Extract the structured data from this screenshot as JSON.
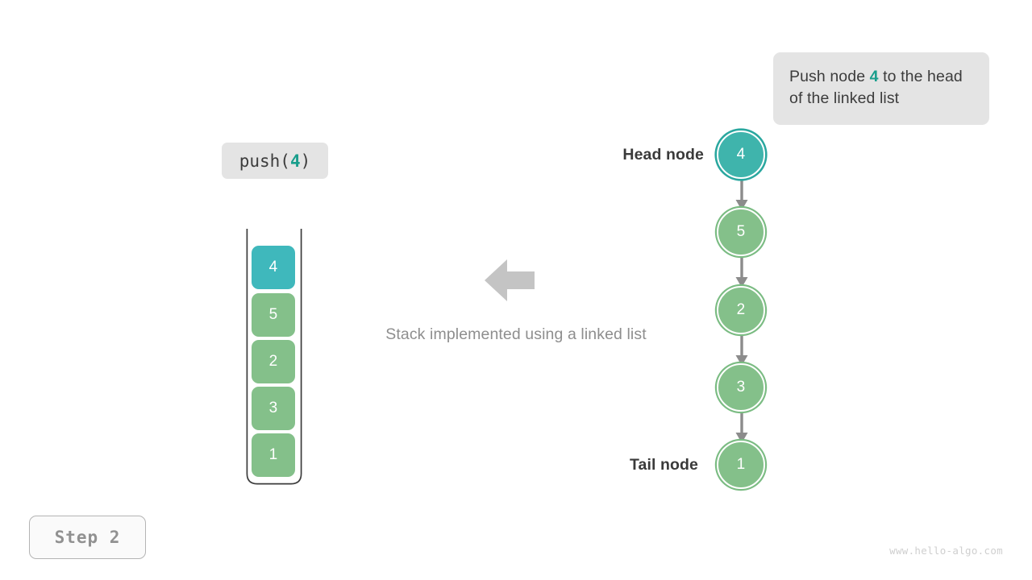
{
  "callout": {
    "name": "push-callout",
    "prefix": "Push node ",
    "value": "4",
    "suffix": " to the head of the linked list"
  },
  "operation": {
    "prefix": "push(",
    "value": "4",
    "suffix": ")"
  },
  "center": {
    "caption": "Stack implemented using a linked list",
    "arrow_direction": "left"
  },
  "step": {
    "label": "Step  2"
  },
  "watermark": {
    "text": "www.hello-algo.com"
  },
  "linked_list": {
    "head_label": "Head node",
    "tail_label": "Tail node",
    "nodes": [
      {
        "value": "4",
        "color": "teal",
        "highlight": true
      },
      {
        "value": "5",
        "color": "green",
        "highlight": false
      },
      {
        "value": "2",
        "color": "green",
        "highlight": false
      },
      {
        "value": "3",
        "color": "green",
        "highlight": false
      },
      {
        "value": "1",
        "color": "green",
        "highlight": false
      }
    ]
  },
  "stack": {
    "items": [
      {
        "value": "4",
        "color": "teal"
      },
      {
        "value": "5",
        "color": "green"
      },
      {
        "value": "2",
        "color": "green"
      },
      {
        "value": "3",
        "color": "green"
      },
      {
        "value": "1",
        "color": "green"
      }
    ]
  },
  "colors": {
    "accent_teal": "#3fb4ac",
    "node_green": "#84c08a",
    "stack_teal": "#3fb8bc",
    "highlight_text": "#199e8c",
    "panel_bg": "#e4e4e4",
    "muted_text": "#8e8e8e",
    "dark_text": "#3a3a3a",
    "arrow_gray": "#c4c4c4",
    "link_gray": "#8c8c8c"
  }
}
